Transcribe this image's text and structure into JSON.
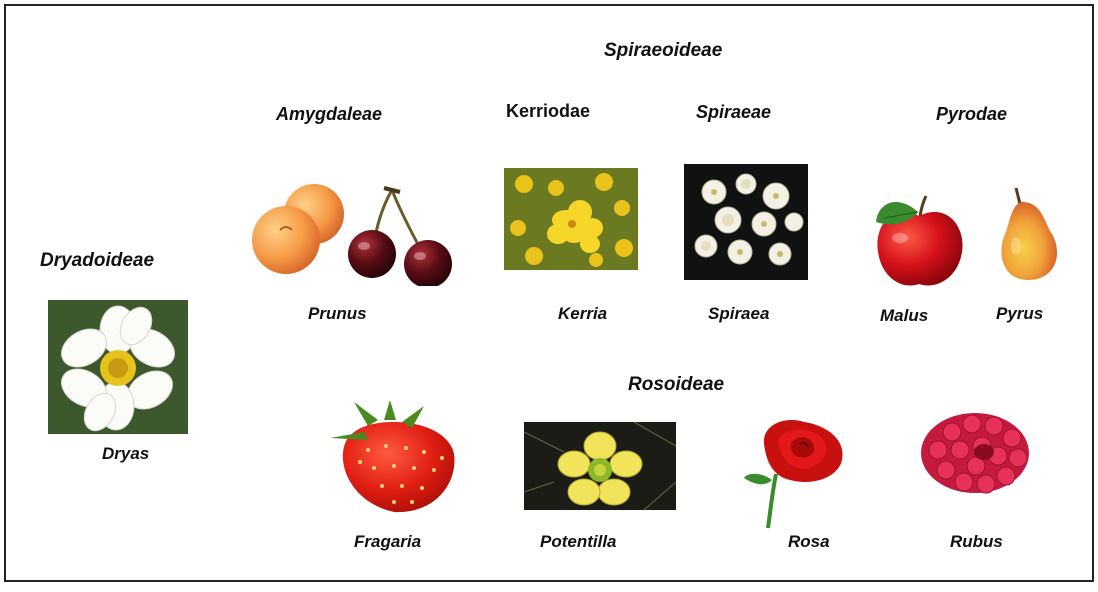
{
  "groups": {
    "spiraeoideae": "Spiraeoideae",
    "dryadoideae": "Dryadoideae",
    "rosoideae": "Rosoideae"
  },
  "tribes": {
    "amygdaleae": "Amygdaleae",
    "kerriodae": "Kerriodae",
    "spiraeae": "Spiraeae",
    "pyrodae": "Pyrodae"
  },
  "genera": {
    "prunus": "Prunus",
    "kerria": "Kerria",
    "spiraea": "Spiraea",
    "malus": "Malus",
    "pyrus": "Pyrus",
    "dryas": "Dryas",
    "fragaria": "Fragaria",
    "potentilla": "Potentilla",
    "rosa": "Rosa",
    "rubus": "Rubus"
  },
  "colors": {
    "border": "#222222",
    "text": "#111111"
  }
}
